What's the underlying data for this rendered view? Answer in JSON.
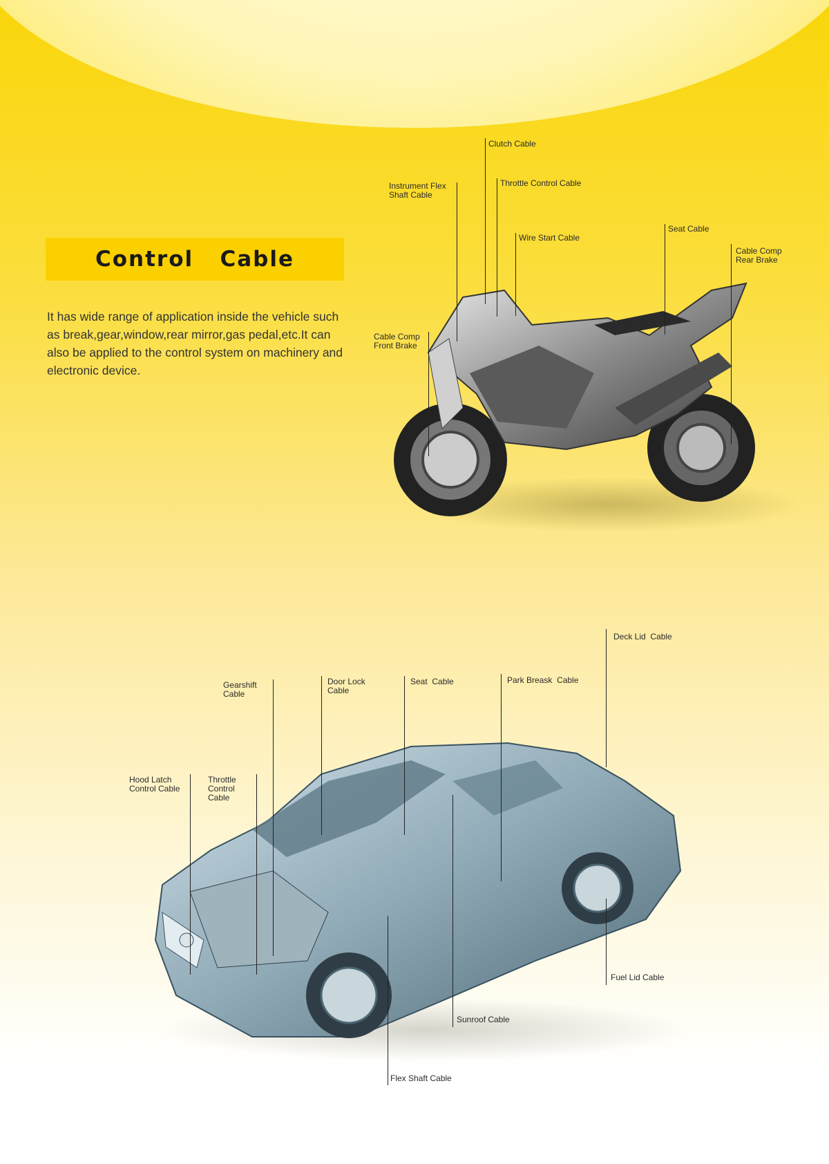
{
  "title": "Control   Cable",
  "description": "It has wide range of application inside the vehicle such as break,gear,window,rear mirror,gas pedal,etc.It can also be applied to the control system on machinery and electronic device.",
  "motorcycle_labels": {
    "clutch": "Clutch Cable",
    "instrument": "Instrument Flex\nShaft Cable",
    "throttle": "Throttle Control Cable",
    "wire_start": "Wire Start Cable",
    "seat": "Seat Cable",
    "rear_brake": "Cable Comp\nRear Brake",
    "front_brake": "Cable Comp\nFront Brake"
  },
  "car_labels": {
    "deck_lid": "Deck Lid  Cable",
    "gearshift": "Gearshift\nCable",
    "door_lock": "Door Lock\nCable",
    "seat": "Seat  Cable",
    "park_brake": "Park Breask  Cable",
    "hood_latch": "Hood Latch\nControl Cable",
    "throttle": "Throttle\nControl\nCable",
    "fuel_lid": "Fuel Lid Cable",
    "sunroof": "Sunroof Cable",
    "flex_shaft": "Flex Shaft Cable"
  }
}
